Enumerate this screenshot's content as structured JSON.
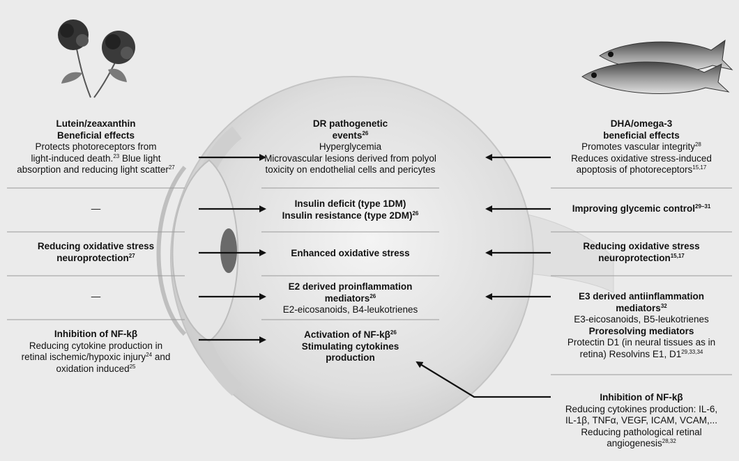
{
  "left": {
    "lutein": {
      "title1": "Lutein/zeaxanthin",
      "title2": "Beneficial effects",
      "l1": "Protects photoreceptors from",
      "l2a": "light-induced death.",
      "l2s": "23",
      "l2b": " Blue light",
      "l3a": "absorption and reducing light scatter",
      "l3s": "27"
    },
    "dash1": "—",
    "oxidative": {
      "l1": "Reducing oxidative stress",
      "l2a": "neuroprotection",
      "l2s": "27"
    },
    "dash2": "—",
    "nfkb": {
      "title": "Inhibition of NF-kβ",
      "l1": "Reducing cytokine production in",
      "l2a": "retinal ischemic/hypoxic injury",
      "l2s": "24",
      "l2b": " and",
      "l3a": "oxidation induced",
      "l3s": "25"
    }
  },
  "center": {
    "dr": {
      "title1": "DR pathogenetic",
      "title2": "events",
      "title2s": "26",
      "l1": "Hyperglycemia",
      "l2": "Microvascular lesions derived from polyol",
      "l3": "toxicity on endothelial cells and pericytes"
    },
    "insulin": {
      "l1": "Insulin deficit (type 1DM)",
      "l2a": "Insulin resistance (type 2DM)",
      "l2s": "26"
    },
    "oxidative": {
      "l1": "Enhanced oxidative stress"
    },
    "e2": {
      "l1": "E2 derived proinflammation",
      "l2a": "mediators",
      "l2s": "26",
      "l3": "E2-eicosanoids, B4-leukotrienes"
    },
    "activation": {
      "l1a": "Activation of NF-kβ",
      "l1s": "26",
      "l2": "Stimulating cytokines",
      "l3": "production"
    }
  },
  "right": {
    "dha": {
      "title1": "DHA/omega-3",
      "title2": "beneficial effects",
      "l1a": "Promotes vascular integrity",
      "l1s": "28",
      "l2": "Reduces oxidative stress-induced",
      "l3a": "apoptosis of photoreceptors",
      "l3s": "15,17"
    },
    "glycemic": {
      "l1a": "Improving glycemic control",
      "l1s": "29–31"
    },
    "oxidative": {
      "l1": "Reducing oxidative stress",
      "l2a": "neuroprotection",
      "l2s": "15,17"
    },
    "e3": {
      "title1": "E3 derived antiinflammation",
      "title2a": "mediators",
      "title2s": "32",
      "l1": "E3-eicosanoids, B5-leukotrienes",
      "title3": "Proresolving mediators",
      "l2": "Protectin D1 (in neural tissues as in",
      "l3a": "retina) Resolvins E1, D1",
      "l3s": "29,33,34"
    },
    "nfkb": {
      "title": "Inhibition of NF-kβ",
      "l1": "Reducing cytokines production: IL-6,",
      "l2": "IL-1β, TNFα, VEGF, ICAM, VCAM,...",
      "l3": "Reducing pathological retinal",
      "l4a": "angiogenesis",
      "l4s": "28,32"
    }
  },
  "colors": {
    "eye_fill": "#d4d4d4",
    "lens": "#e8e8e8",
    "arrow": "#111111"
  }
}
